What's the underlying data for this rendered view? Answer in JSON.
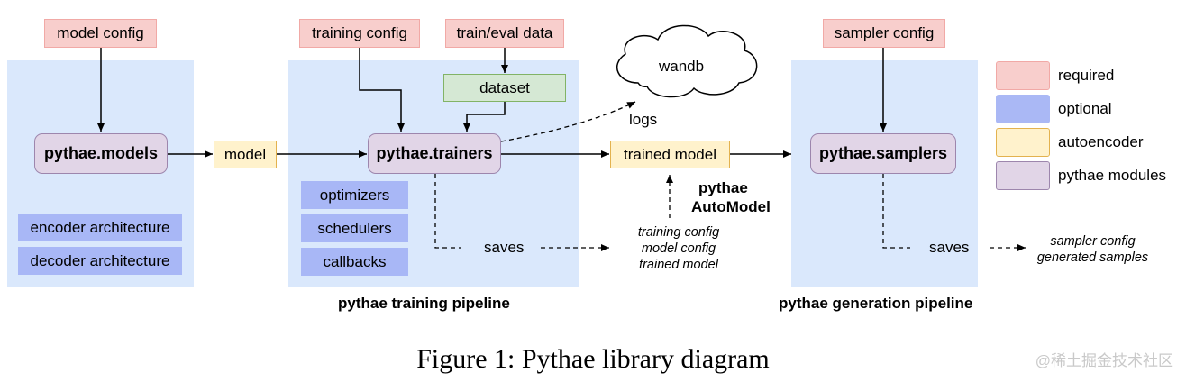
{
  "inputs": {
    "model_config": "model config",
    "training_config": "training config",
    "train_eval_data": "train/eval data",
    "sampler_config": "sampler config",
    "dataset": "dataset"
  },
  "modules": {
    "models": "pythae.models",
    "trainers": "pythae.trainers",
    "samplers": "pythae.samplers"
  },
  "artifacts": {
    "model": "model",
    "trained_model": "trained model"
  },
  "optional_components": {
    "encoder": "encoder architecture",
    "decoder": "decoder architecture",
    "optimizers": "optimizers",
    "schedulers": "schedulers",
    "callbacks": "callbacks"
  },
  "cloud": "wandb",
  "edge_labels": {
    "logs": "logs",
    "saves_training": "saves",
    "saves_generation": "saves"
  },
  "automodel": [
    "pythae",
    "AutoModel"
  ],
  "saved_training": [
    "training config",
    "model config",
    "trained model"
  ],
  "saved_generation": [
    "sampler config",
    "generated samples"
  ],
  "pipelines": {
    "training": "pythae training pipeline",
    "generation": "pythae generation pipeline"
  },
  "legend": [
    {
      "label": "required",
      "fill": "#f8cecc",
      "stroke": "#f1a9a6"
    },
    {
      "label": "optional",
      "fill": "#aab8f5",
      "stroke": "#aab8f5"
    },
    {
      "label": "autoencoder",
      "fill": "#fff2cc",
      "stroke": "#e3b24f"
    },
    {
      "label": "pythae modules",
      "fill": "#e1d5e7",
      "stroke": "#9d86ad"
    }
  ],
  "caption": "Figure 1: Pythae library diagram",
  "watermark": "@稀土掘金技术社区"
}
